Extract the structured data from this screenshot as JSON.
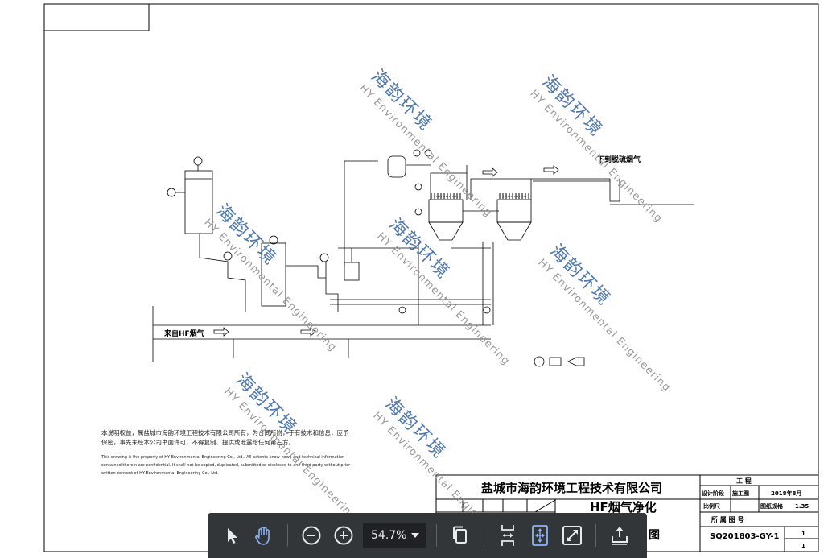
{
  "drawing": {
    "company_name": "盐城市海韵环境工程技术有限公司",
    "project_title": "HF烟气净化",
    "drawing_name_suffix": "图",
    "drawing_number": "SQ201803-GY-1",
    "sheet_number": "1",
    "sheet_total": "1",
    "title_block": {
      "project_label": "工 程",
      "stage_label": "设计阶段",
      "stage_value": "施工图",
      "date_value": "2018年8月",
      "scale_label": "比例尺",
      "spec_label": "图纸规格",
      "spec_value": "1.35",
      "belong_label": "所 属 图 号"
    },
    "labels": {
      "inlet_gas": "来自HF烟气",
      "outlet_gas": "下到脱硫烟气"
    },
    "watermark": {
      "cn": "海韵环境",
      "en": "HY Environmental Engineering"
    },
    "notice_cn": "本说明权益，属盐城市海韵环境工程技术有限公司所有，为合同所附，于有技术和信息，应予保密，事先未经本公司书面许可，不得复制、提供或泄露给任何第三方。",
    "notice_en": "This drawing is the property of HY Environmental Engineering Co., Ltd.. All patents know-hows and technical information contained therein are confidential. It shall not be copied, duplicated, submitted or disclosed to any third party without prior written consent of HY Environmental Engineering Co., Ltd."
  },
  "toolbar": {
    "zoom_value": "54.7%",
    "icons": [
      "pointer-icon",
      "hand-icon",
      "zoom-out-icon",
      "zoom-in-icon",
      "chevron-down-icon",
      "copy-pages-icon",
      "fit-page-icon",
      "fit-width-icon",
      "fullscreen-icon",
      "share-icon"
    ],
    "colors": {
      "background": "#323639",
      "icon": "#e8eaed",
      "active": "#8ab4f8",
      "field": "#202124"
    }
  }
}
